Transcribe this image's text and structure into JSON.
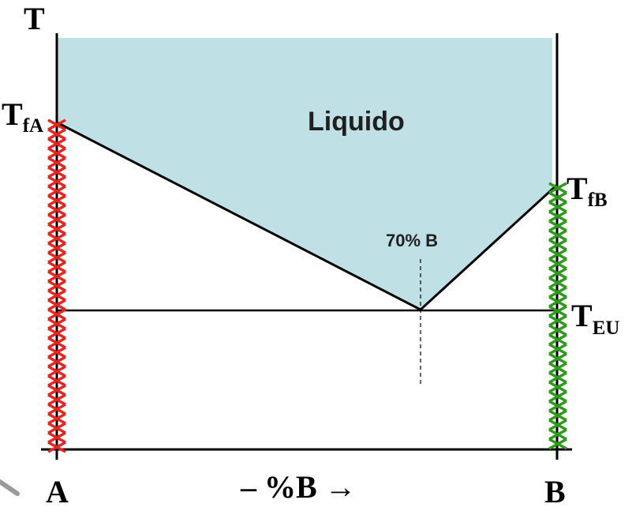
{
  "axis": {
    "y_label": "T",
    "x_left_label": "A",
    "x_right_label": "B",
    "x_axis_label": "– %B →"
  },
  "labels": {
    "tfa_main": "T",
    "tfa_sub": "fA",
    "tfb_main": "T",
    "tfb_sub": "fB",
    "teu_main": "T",
    "teu_sub": "EU",
    "liquid": "Liquido",
    "eutectic_composition": "70% B"
  },
  "colors": {
    "liquid_region": "#bfe0e4",
    "component_a_marks": "#e8241d",
    "component_b_marks": "#2e9a1c",
    "lines": "#000000"
  }
}
